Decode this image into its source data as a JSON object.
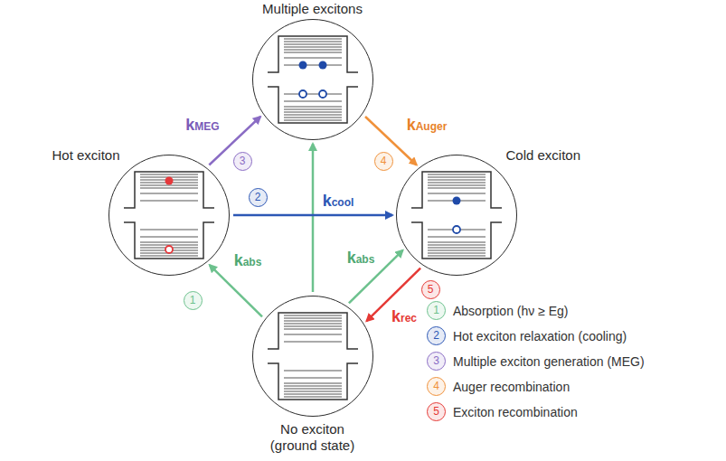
{
  "diagram": {
    "nodes": [
      {
        "text": [
          "Multiple excitons"
        ]
      },
      {
        "text": [
          "Hot exciton"
        ]
      },
      {
        "text": [
          "Cold exciton"
        ]
      },
      {
        "text": [
          "No exciton (ground state)"
        ]
      }
    ],
    "edges": [
      {
        "from": 3,
        "to": 1,
        "arrow": "to",
        "label": "kabs"
      },
      {
        "from": 3,
        "to": 0,
        "arrow": "to"
      },
      {
        "from": 3,
        "to": 2,
        "arrow": "to",
        "label": "kabs"
      },
      {
        "from": 1,
        "to": 2,
        "arrow": "to",
        "label": "kcool"
      },
      {
        "from": 1,
        "to": 0,
        "arrow": "to",
        "label": "kMEG"
      },
      {
        "from": 0,
        "to": 2,
        "arrow": "to",
        "label": "kAuger"
      },
      {
        "from": 2,
        "to": 3,
        "arrow": "to",
        "label": "krec"
      }
    ],
    "labels": [
      "1",
      "2",
      "3",
      "4",
      "5",
      "1",
      "2",
      "3",
      "4",
      "5"
    ],
    "legend": [
      {
        "text": "Absorption (hν ≥ Eg)",
        "color": "#6cc18d"
      },
      {
        "text": "Hot exciton relaxation (cooling)",
        "color": "#2c57b5"
      },
      {
        "text": "Multiple exciton generation (MEG)",
        "color": "#8a6cc4"
      },
      {
        "text": "Auger recombination",
        "color": "#f0913a"
      },
      {
        "text": "Exciton recombination",
        "color": "#e53935"
      }
    ]
  }
}
